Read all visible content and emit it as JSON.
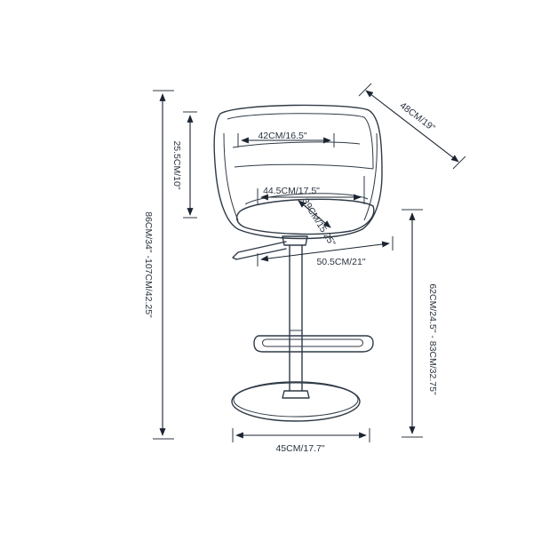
{
  "diagram": {
    "labels": {
      "total_height": "86CM/34\" -107CM/42.25\"",
      "back_height": "25.5CM/10\"",
      "back_width": "42CM/16.5\"",
      "seat_width": "44.5CM/17.5\"",
      "seat_depth": "39CM/15.25\"",
      "arm_width": "50.5CM/21\"",
      "depth": "48CM/19\"",
      "seat_height": "62CM/24.5\"  - 83CM/32.75\"",
      "base_diameter": "45CM/17.7\""
    },
    "colors": {
      "outline": "#2f3a46",
      "dimension": "#1b2430",
      "text": "#2a3340"
    }
  }
}
